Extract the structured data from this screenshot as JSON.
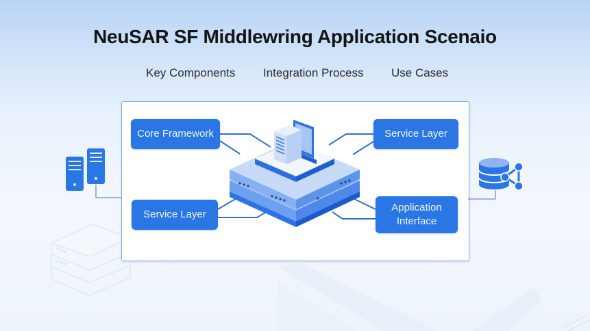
{
  "title": "NeuSAR SF Middlewring Application Scenaio",
  "nav": {
    "items": [
      {
        "label": "Key Components"
      },
      {
        "label": "Integration Process"
      },
      {
        "label": "Use Cases"
      }
    ]
  },
  "diagram": {
    "center": {
      "icon": "middleware-platform-icon"
    },
    "nodes": {
      "core_framework": {
        "label": "Core Framework"
      },
      "service_layer_left": {
        "label": "Service Layer"
      },
      "service_layer_right": {
        "label": "Service Layer"
      },
      "application_interface": {
        "label": "Application Interface"
      }
    },
    "external": {
      "left": {
        "icon": "servers-icon"
      },
      "right": {
        "icon": "database-share-icon"
      }
    }
  },
  "colors": {
    "node_fill": "#2a76e4",
    "line": "#2f6fd6",
    "panel_border": "#8eaedb",
    "title": "#141414"
  }
}
